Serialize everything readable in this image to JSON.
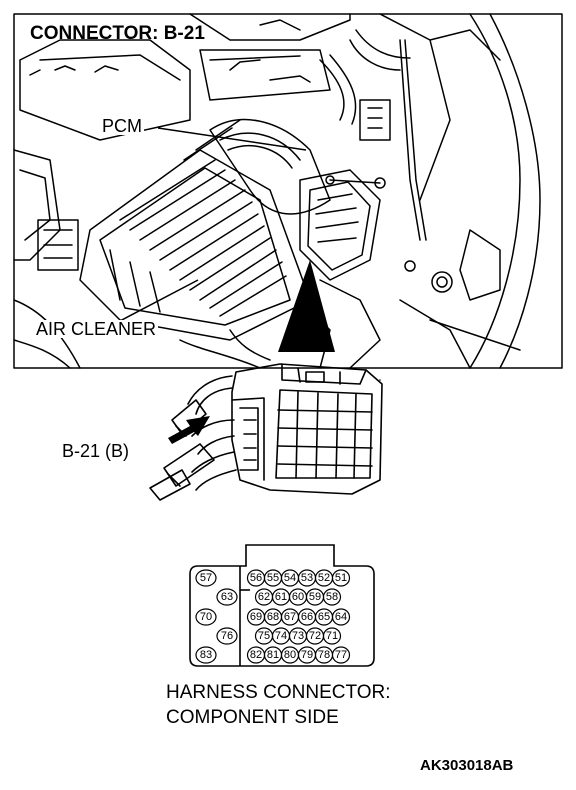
{
  "title": "CONNECTOR: B-21",
  "labels": {
    "pcm": "PCM",
    "air_cleaner": "AIR CLEANER",
    "connector": "B-21 (B)",
    "harness_line1": "HARNESS CONNECTOR:",
    "harness_line2": "COMPONENT SIDE",
    "code": "AK303018AB"
  },
  "pins": {
    "row1": [
      "57",
      "56",
      "55",
      "54",
      "53",
      "52",
      "51"
    ],
    "row2": [
      "63",
      "62",
      "61",
      "60",
      "59",
      "58"
    ],
    "row3": [
      "70",
      "69",
      "68",
      "67",
      "66",
      "65",
      "64"
    ],
    "row4": [
      "76",
      "75",
      "74",
      "73",
      "72",
      "71"
    ],
    "row5": [
      "83",
      "82",
      "81",
      "80",
      "79",
      "78",
      "77"
    ]
  }
}
